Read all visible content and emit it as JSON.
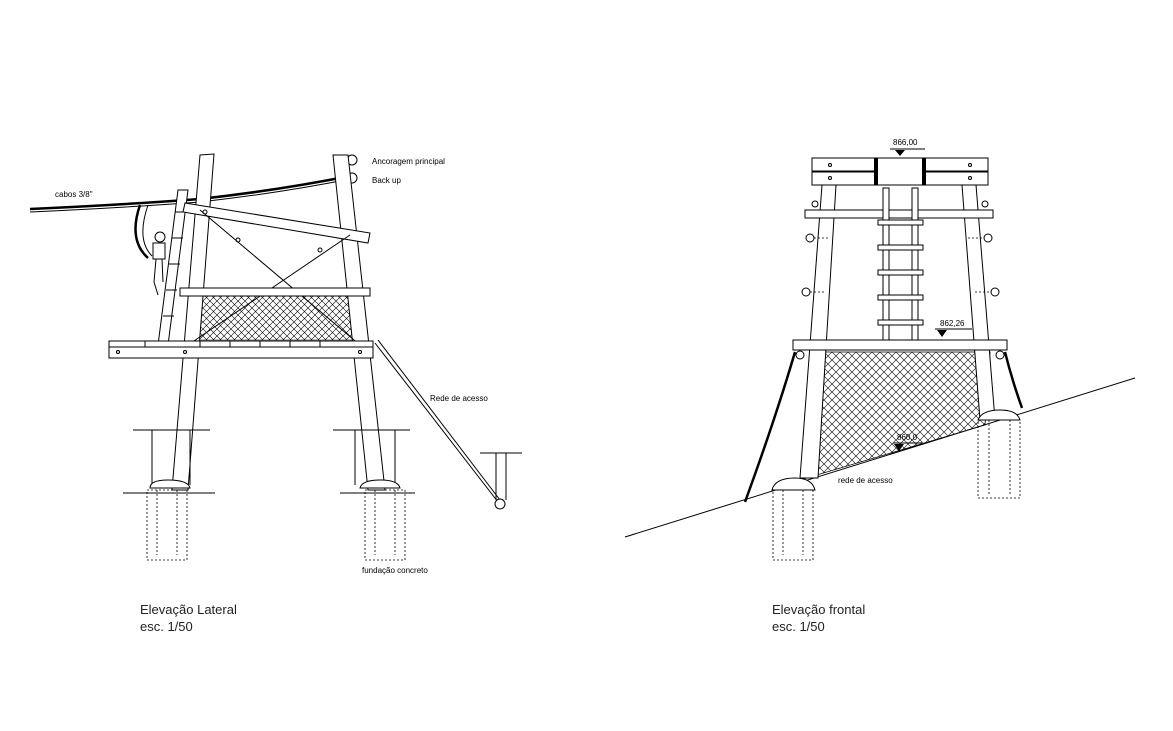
{
  "lateral": {
    "title": "Elevação Lateral",
    "scale": "esc. 1/50",
    "labels": {
      "cable": "cabos 3/8\"",
      "main_anchor": "Ancoragem principal",
      "backup": "Back up",
      "access_net": "Rede de acesso",
      "foundation": "fundação concreto"
    }
  },
  "frontal": {
    "title": "Elevação frontal",
    "scale": "esc. 1/50",
    "labels": {
      "level_top": "866,00",
      "level_platform": "862,26",
      "level_ground": "860,0",
      "access_net": "rede de acesso"
    }
  }
}
